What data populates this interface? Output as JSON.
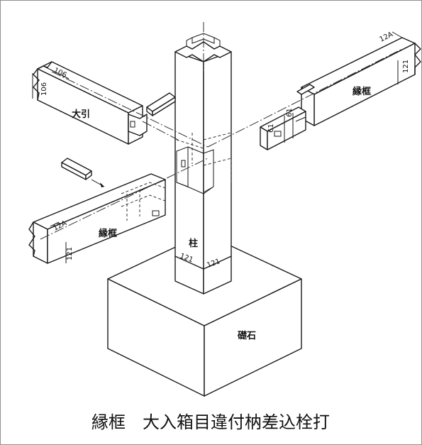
{
  "labels": {
    "obiki": "大引",
    "engamachi_right": "縁框",
    "engamachi_left": "縁框",
    "hashira": "柱",
    "soseki": "礎石"
  },
  "dimensions": {
    "obiki_top": "106",
    "obiki_side": "106",
    "right_top": "12A",
    "right_side": "121",
    "right_tenon_a": "61",
    "right_tenon_b": "61",
    "left_top": "12A",
    "left_side": "121",
    "pillar_a": "121",
    "pillar_b": "121"
  },
  "caption": "縁框　大入箱目違付枘差込栓打"
}
